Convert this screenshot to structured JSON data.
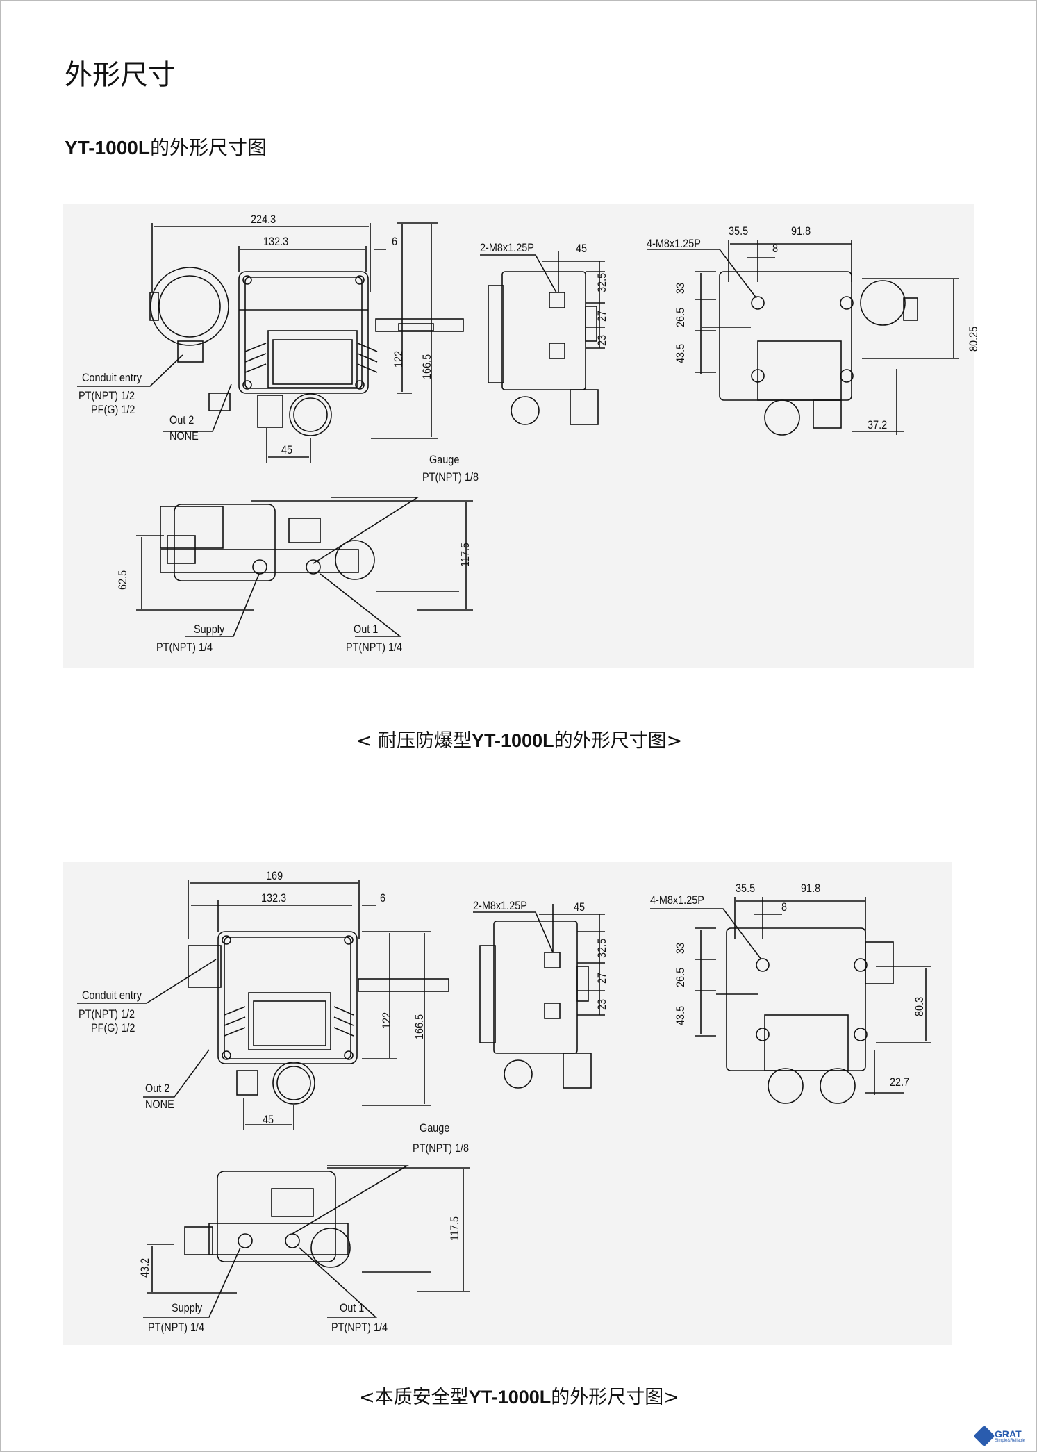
{
  "title": "外形尺寸",
  "subtitle": {
    "model": "YT-1000L",
    "text": "的外形尺寸图"
  },
  "flameproof": {
    "caption_prefix": "<  耐压防爆型",
    "caption_model": "YT-1000L",
    "caption_suffix": "的外形尺寸图>",
    "dims": {
      "overall_width": "224.3",
      "body_width": "132.3",
      "offset": "6",
      "gauge_offset": "45",
      "h122": "122",
      "h166": "166.5",
      "side_bolt": "2-M8x1.25P",
      "side_45": "45",
      "side_32": "32.5",
      "side_27": "27",
      "side_23": "23",
      "rear_bolt": "4-M8x1.25P",
      "rear_35": "35.5",
      "rear_91": "91.8",
      "rear_8": "8",
      "rear_33": "33",
      "rear_26": "26.5",
      "rear_43": "43.5",
      "rear_h": "80.25",
      "rear_w": "37.2",
      "bottom_h": "117.5",
      "bottom_62": "62.5"
    },
    "callouts": {
      "conduit": "Conduit entry",
      "conduit_pt": "PT(NPT) 1/2",
      "conduit_pf": "PF(G) 1/2",
      "out2": "Out 2",
      "out2_val": "NONE",
      "gauge": "Gauge",
      "gauge_pt": "PT(NPT) 1/8",
      "supply": "Supply",
      "supply_pt": "PT(NPT) 1/4",
      "out1": "Out 1",
      "out1_pt": "PT(NPT) 1/4"
    }
  },
  "intrinsic": {
    "caption_prefix": "<本质安全型",
    "caption_model": "YT-1000L",
    "caption_suffix": "的外形尺寸图>",
    "dims": {
      "overall_width": "169",
      "body_width": "132.3",
      "offset": "6",
      "gauge_offset": "45",
      "h122": "122",
      "h166": "166.5",
      "side_bolt": "2-M8x1.25P",
      "side_45": "45",
      "side_32": "32.5",
      "side_27": "27",
      "side_23": "23",
      "rear_bolt": "4-M8x1.25P",
      "rear_35": "35.5",
      "rear_91": "91.8",
      "rear_8": "8",
      "rear_33": "33",
      "rear_26": "26.5",
      "rear_43": "43.5",
      "rear_h": "80.3",
      "rear_w": "22.7",
      "bottom_h": "117.5",
      "bottom_43": "43.2"
    },
    "callouts": {
      "conduit": "Conduit entry",
      "conduit_pt": "PT(NPT) 1/2",
      "conduit_pf": "PF(G) 1/2",
      "out2": "Out 2",
      "out2_val": "NONE",
      "gauge": "Gauge",
      "gauge_pt": "PT(NPT) 1/8",
      "supply": "Supply",
      "supply_pt": "PT(NPT) 1/4",
      "out1": "Out 1",
      "out1_pt": "PT(NPT) 1/4"
    }
  },
  "logo": {
    "name": "GRAT",
    "tagline": "Simple&Reliable",
    "color": "#2a5cae"
  }
}
